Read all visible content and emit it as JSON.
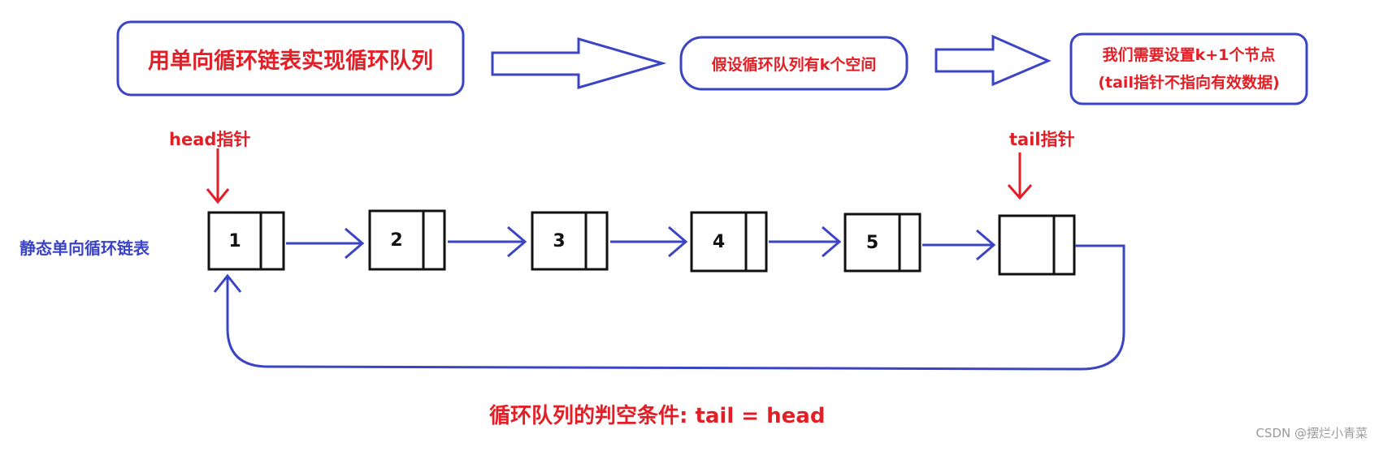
{
  "flow": {
    "step1": "用单向循环链表实现循环队列",
    "step2": "假设循环队列有k个空间",
    "step3_line1": "我们需要设置k+1个节点",
    "step3_line2": "(tail指针不指向有效数据)"
  },
  "pointers": {
    "head": "head指针",
    "tail": "tail指针"
  },
  "list_label": "静态单向循环链表",
  "nodes": [
    "1",
    "2",
    "3",
    "4",
    "5",
    ""
  ],
  "condition": "循环队列的判空条件: tail = head",
  "watermark": "CSDN @摆烂小青菜",
  "colors": {
    "red": "#e21e26",
    "blue": "#3b44c4",
    "black": "#111111"
  }
}
